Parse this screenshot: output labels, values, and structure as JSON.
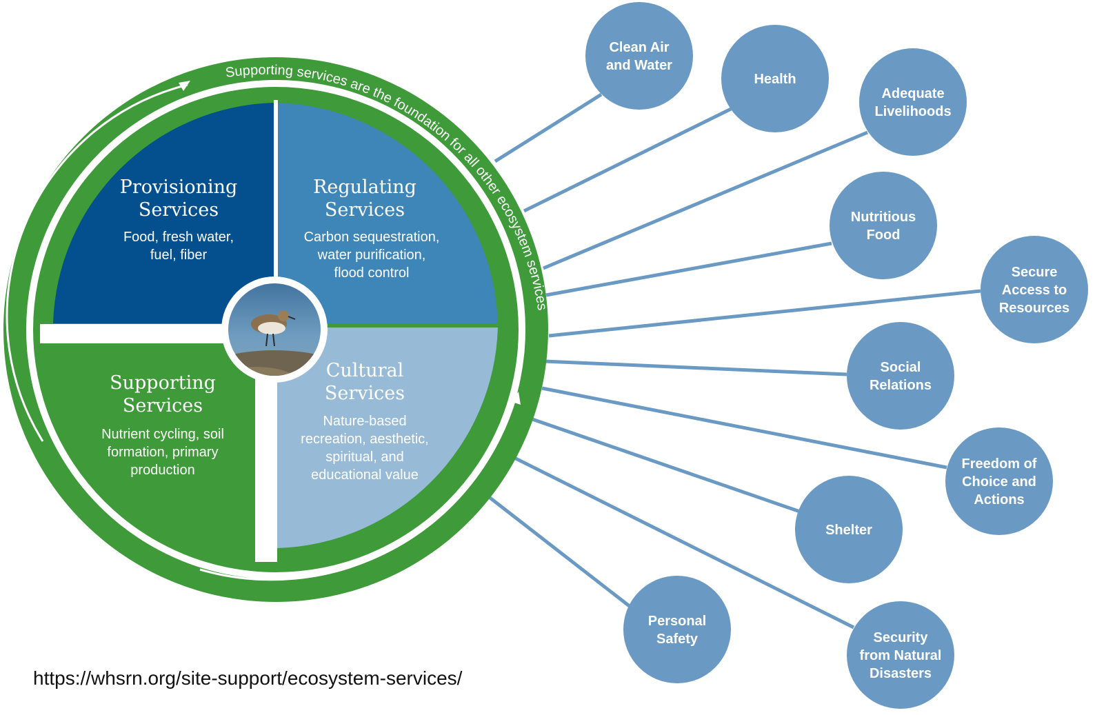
{
  "colors": {
    "green": "#3f9a3a",
    "provisioning": "#04508f",
    "regulating": "#3f86b8",
    "cultural": "#97bad6",
    "bubble": "#6a9ac4",
    "connector": "#6a9ac4"
  },
  "ring": {
    "text": "Supporting services are the foundation for all other ecosystem services"
  },
  "quadrants": {
    "provisioning": {
      "title": [
        "Provisioning",
        "Services"
      ],
      "body": [
        "Food, fresh water,",
        "fuel, fiber"
      ]
    },
    "regulating": {
      "title": [
        "Regulating",
        "Services"
      ],
      "body": [
        "Carbon sequestration,",
        "water purification,",
        "flood control"
      ]
    },
    "supporting": {
      "title": [
        "Supporting",
        "Services"
      ],
      "body": [
        "Nutrient cycling, soil",
        "formation, primary",
        "production"
      ]
    },
    "cultural": {
      "title": [
        "Cultural",
        "Services"
      ],
      "body": [
        "Nature-based",
        "recreation, aesthetic,",
        "spiritual, and",
        "educational value"
      ]
    }
  },
  "center_image": {
    "subject": "sandpiper bird photo"
  },
  "benefits": [
    {
      "lines": [
        "Clean Air",
        "and Water"
      ]
    },
    {
      "lines": [
        "Health"
      ]
    },
    {
      "lines": [
        "Adequate",
        "Livelihoods"
      ]
    },
    {
      "lines": [
        "Nutritious",
        "Food"
      ]
    },
    {
      "lines": [
        "Secure",
        "Access to",
        "Resources"
      ]
    },
    {
      "lines": [
        "Social",
        "Relations"
      ]
    },
    {
      "lines": [
        "Freedom of",
        "Choice and",
        "Actions"
      ]
    },
    {
      "lines": [
        "Shelter"
      ]
    },
    {
      "lines": [
        "Personal",
        "Safety"
      ]
    },
    {
      "lines": [
        "Security",
        "from Natural",
        "Disasters"
      ]
    }
  ],
  "source": {
    "url": "https://whsrn.org/site-support/ecosystem-services/"
  }
}
